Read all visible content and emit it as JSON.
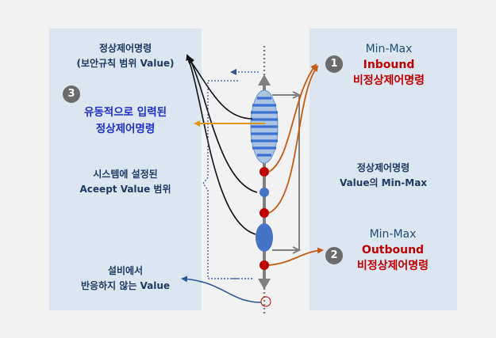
{
  "left": {
    "normal_cmd": [
      "정상제어명령",
      "(보안규칙 범위 Value)"
    ],
    "fluid_cmd": [
      "유동적으로 입력된",
      "정상제어명령"
    ],
    "accept_range": [
      "시스템에 설정된",
      "Aceept Value 범위"
    ],
    "no_response": [
      "설비에서",
      "반응하지 않는 Value"
    ]
  },
  "right": {
    "inbound": {
      "title": "Min-Max",
      "label": "Inbound",
      "sub": "비정상제어명령"
    },
    "normal_value": [
      "정상제어명령",
      "Value의 Min-Max"
    ],
    "outbound": {
      "title": "Min-Max",
      "label": "Outbound",
      "sub": "비정상제어명령"
    }
  },
  "badges": {
    "inbound": "1",
    "outbound": "2",
    "fluid": "3"
  },
  "colors": {
    "panel": "#dce6f0",
    "inbound_arrow": "#c55a11",
    "fluid_arrow": "#d99a1a",
    "abnormal_point": "#c00000",
    "normal_point": "#4472c4"
  }
}
